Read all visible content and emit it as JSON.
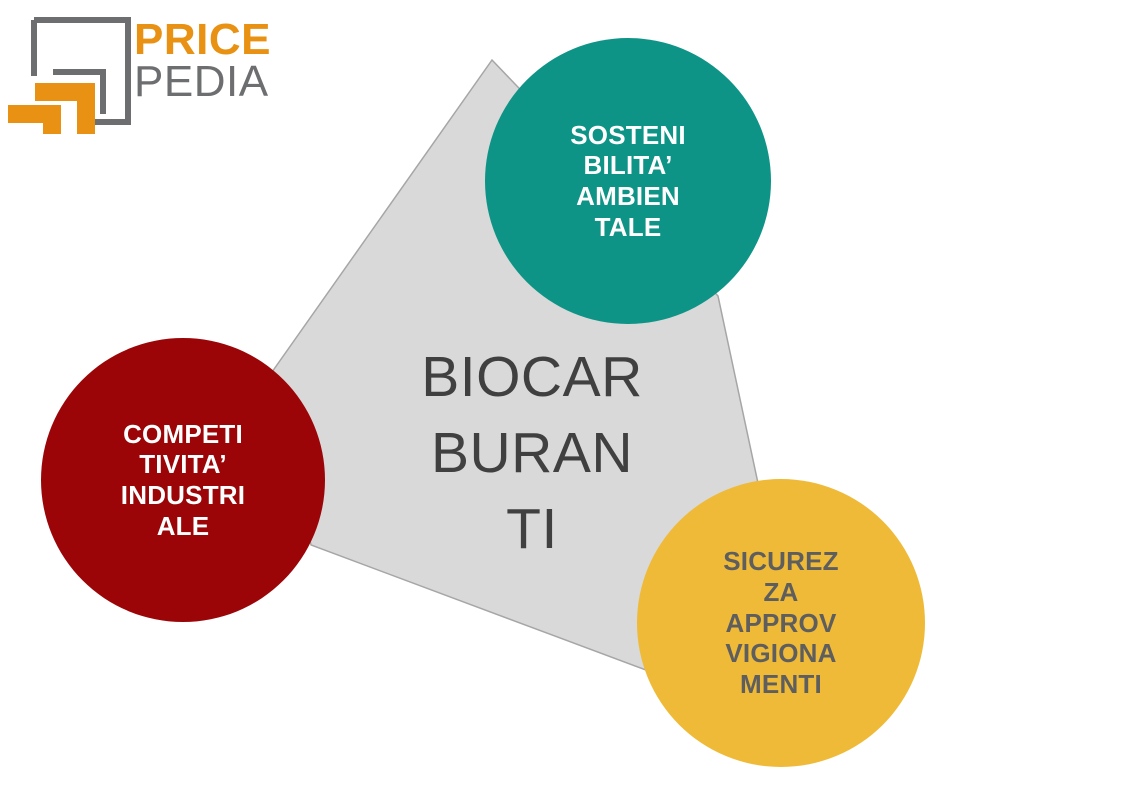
{
  "logo": {
    "name": "PricePedia logo",
    "line1": "PRICE",
    "line2": "PEDIA",
    "color_primary": "#E89113",
    "color_secondary": "#6D6E70"
  },
  "diagram": {
    "type": "venn-triad",
    "center": {
      "text": "BIOCAR\nBURAN\nTI",
      "plain_text": "BIOCARBURANTI",
      "color": "#404040"
    },
    "background_shape": {
      "name": "gray-polygon",
      "fill": "#D9D9D9",
      "stroke": "#A6A6A6"
    },
    "nodes": [
      {
        "id": "sostenibilita",
        "text": "SOSTENI\nBILITA’\nAMBIEN\nTALE",
        "plain_text": "SOSTENIBILITA’ AMBIENTALE",
        "fill": "#0D9486",
        "text_color": "#FFFFFF"
      },
      {
        "id": "competitivita",
        "text": "COMPETI\nTIVITA’\nINDUSTRI\nALE",
        "plain_text": "COMPETITIVITA’ INDUSTRIALE",
        "fill": "#9B0507",
        "text_color": "#FFFFFF"
      },
      {
        "id": "sicurezza",
        "text": "SICUREZ\nZA\nAPPROV\nVIGIONA\nMENTI",
        "plain_text": "SICUREZZA APPROVVIGIONAMENTI",
        "fill": "#EFBA38",
        "text_color": "#5E5E5E"
      }
    ]
  }
}
